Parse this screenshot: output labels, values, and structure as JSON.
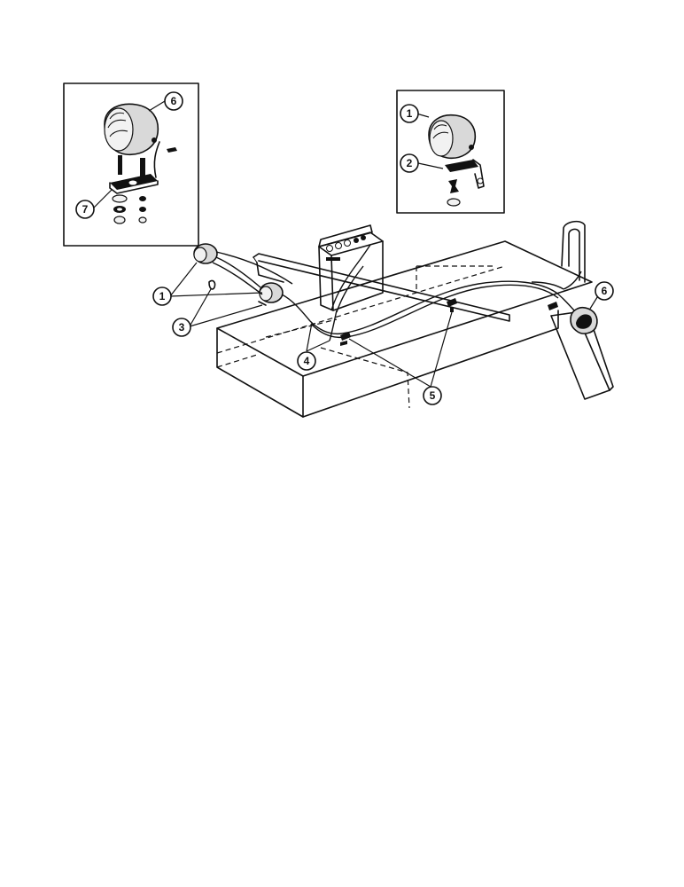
{
  "callouts": {
    "inset_left_lamp": "6",
    "inset_left_bracket": "7",
    "inset_right_lamp": "1",
    "inset_right_bracket": "2",
    "main_front_lamps": "1",
    "main_bracket": "3",
    "main_wiring": "4",
    "main_fasteners": "5",
    "main_rear_lamp": "6"
  }
}
